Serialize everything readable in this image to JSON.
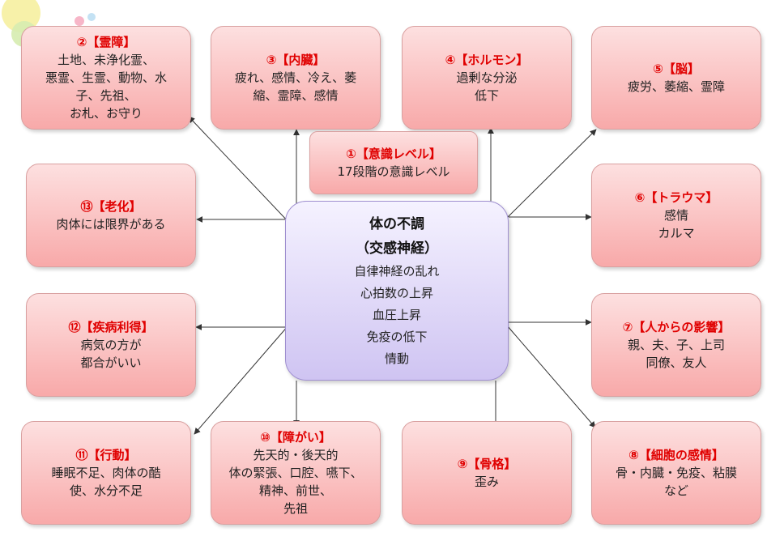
{
  "colors": {
    "title_red": "#e00000",
    "box_pink": "#f8a9a9",
    "center_lavender": "#cfc4f2"
  },
  "center": {
    "title": "体の不調",
    "subtitle": "（交感神経）",
    "lines": [
      "自律神経の乱れ",
      "心拍数の上昇",
      "血圧上昇",
      "免疫の低下",
      "情動"
    ]
  },
  "boxes": [
    {
      "key": "b1",
      "title": "①【意識レベル】",
      "lines": [
        "17段階の意識レベル"
      ]
    },
    {
      "key": "b2",
      "title": "②【霊障】",
      "lines": [
        "土地、未浄化霊、",
        "悪霊、生霊、動物、水",
        "子、先祖、",
        "お札、お守り"
      ]
    },
    {
      "key": "b3",
      "title": "③【内臓】",
      "lines": [
        "疲れ、感情、冷え、萎",
        "縮、霊障、感情"
      ]
    },
    {
      "key": "b4",
      "title": "④【ホルモン】",
      "lines": [
        "過剰な分泌",
        "低下"
      ]
    },
    {
      "key": "b5",
      "title": "⑤【脳】",
      "lines": [
        "疲労、萎縮、霊障"
      ]
    },
    {
      "key": "b6",
      "title": "⑥【トラウマ】",
      "lines": [
        "感情",
        "カルマ"
      ]
    },
    {
      "key": "b7",
      "title": "⑦【人からの影響】",
      "lines": [
        "親、夫、子、上司",
        "同僚、友人"
      ]
    },
    {
      "key": "b8",
      "title": "⑧【細胞の感情】",
      "lines": [
        "骨・内臓・免疫、粘膜",
        "など"
      ]
    },
    {
      "key": "b9",
      "title": "⑨【骨格】",
      "lines": [
        "歪み"
      ]
    },
    {
      "key": "b10",
      "title": "⑩【障がい】",
      "lines": [
        "先天的・後天的",
        "体の緊張、口腔、嚥下、",
        "精神、前世、",
        "先祖"
      ]
    },
    {
      "key": "b11",
      "title": "⑪【行動】",
      "lines": [
        "睡眠不足、肉体の酷",
        "使、水分不足"
      ]
    },
    {
      "key": "b12",
      "title": "⑫【疾病利得】",
      "lines": [
        "病気の方が",
        "都合がいい"
      ]
    },
    {
      "key": "b13",
      "title": "⑬【老化】",
      "lines": [
        "肉体には限界がある"
      ]
    }
  ]
}
